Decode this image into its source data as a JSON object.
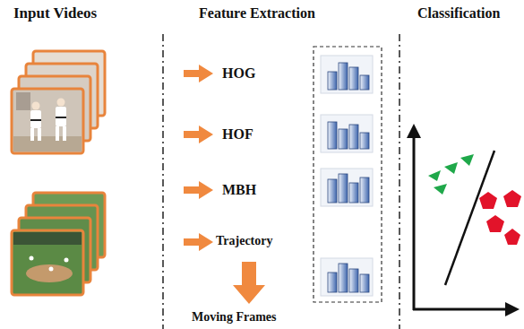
{
  "diagram": {
    "labels": [
      "Input Videos",
      "Feature Extraction",
      "Classification",
      "HOG",
      "HOF",
      "MBH",
      "Trajectory",
      "Moving Frames"
    ]
  }
}
